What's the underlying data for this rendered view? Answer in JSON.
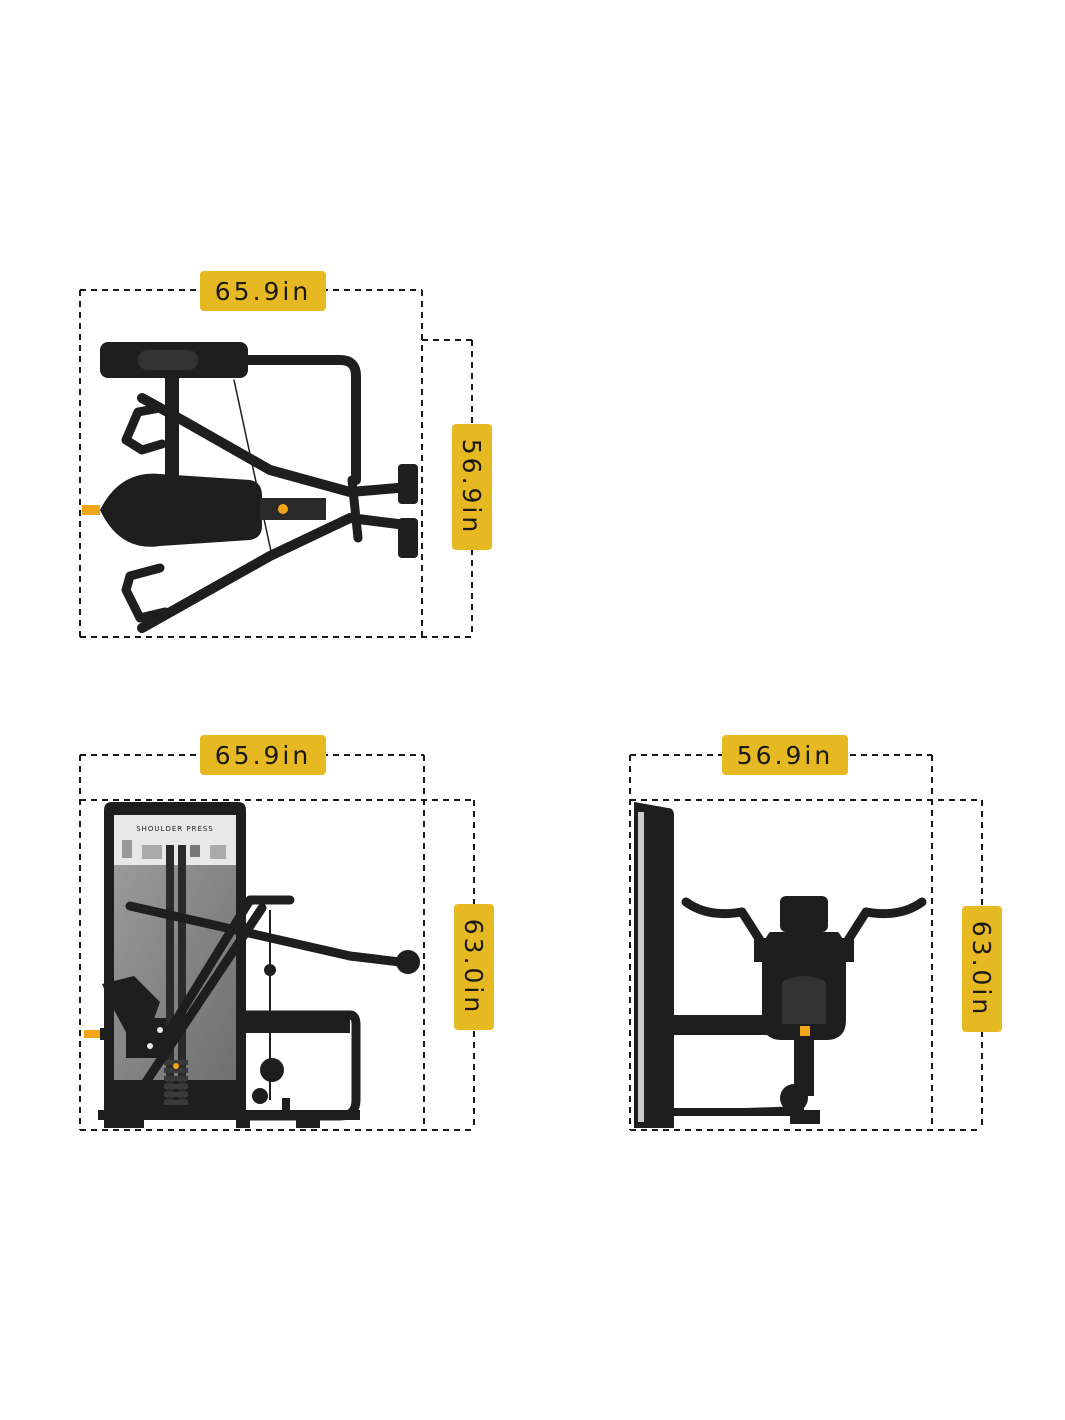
{
  "top_view": {
    "width_label": "65.9in",
    "depth_label": "56.9in"
  },
  "side_view": {
    "width_label": "65.9in",
    "height_label": "63.0in",
    "placard_title": "SHOULDER PRESS"
  },
  "front_view": {
    "width_label": "56.9in",
    "height_label": "63.0in"
  },
  "colors": {
    "label_bg": "#e6b922",
    "frame": "#222222",
    "shroud": "#8a8a8a",
    "accent": "#f2a516"
  }
}
